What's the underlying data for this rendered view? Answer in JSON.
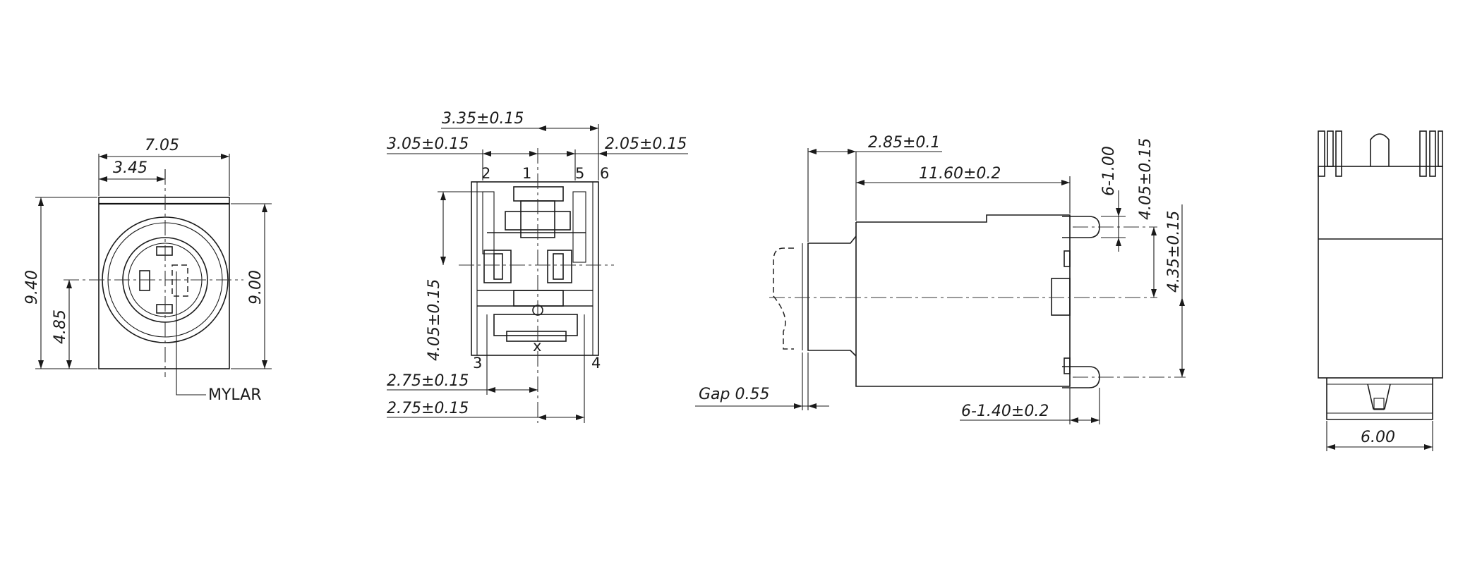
{
  "front_view": {
    "dim_width": "7.05",
    "dim_center_offset": "3.45",
    "dim_height_total": "9.40",
    "dim_center_height": "4.85",
    "dim_body_height": "9.00",
    "label_mylar": "MYLAR"
  },
  "pin_view": {
    "dim_top_right": "3.35±0.15",
    "dim_top_left": "3.05±0.15",
    "dim_right": "2.05±0.15",
    "dim_vertical": "4.05±0.15",
    "dim_bottom_1": "2.75±0.15",
    "dim_bottom_2": "2.75±0.15",
    "pin_2": "2",
    "pin_1": "1",
    "pin_5": "5",
    "pin_6": "6",
    "pin_3": "3",
    "pin_4": "4",
    "center_mark": "x"
  },
  "side_view": {
    "dim_front": "2.85±0.1",
    "dim_length": "11.60±0.2",
    "dim_pin_width": "6-1.00",
    "dim_pin_height_1": "4.05±0.15",
    "dim_pin_height_2": "4.35±0.15",
    "dim_gap": "Gap  0.55",
    "dim_pin_length": "6-1.40±0.2"
  },
  "end_view": {
    "dim_width": "6.00"
  }
}
